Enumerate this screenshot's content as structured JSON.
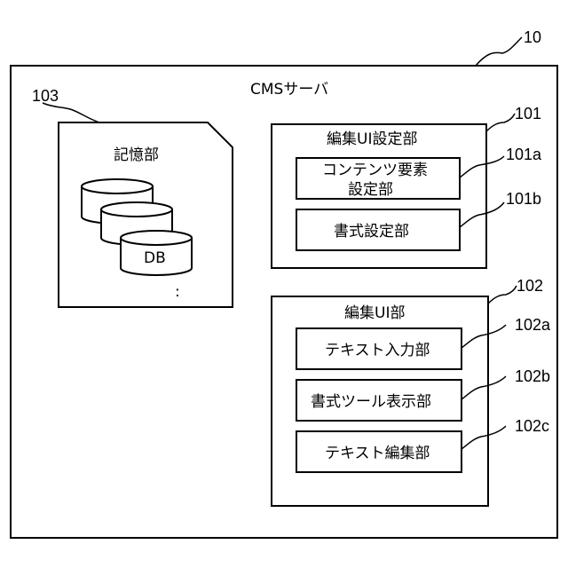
{
  "figure": {
    "server": {
      "ref": "10",
      "title": "CMSサーバ"
    },
    "storage": {
      "ref": "103",
      "title": "記憶部",
      "db_label": "DB",
      "ellipsis": ":"
    },
    "edit_ui_settings": {
      "ref": "101",
      "title": "編集UI設定部",
      "content_element_line1": "コンテンツ要素",
      "content_element_line2": "設定部",
      "content_element_ref": "101a",
      "format_settings": "書式設定部",
      "format_settings_ref": "101b"
    },
    "edit_ui": {
      "ref": "102",
      "title": "編集UI部",
      "text_input": "テキスト入力部",
      "text_input_ref": "102a",
      "format_tool_display": "書式ツール表示部",
      "format_tool_display_ref": "102b",
      "text_edit": "テキスト編集部",
      "text_edit_ref": "102c"
    }
  }
}
